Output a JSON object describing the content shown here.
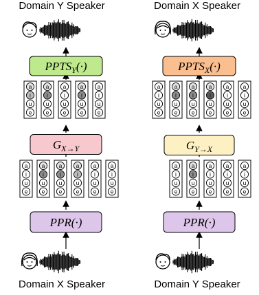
{
  "left_pipeline": {
    "top_label": "Domain Y Speaker",
    "bottom_label": "Domain X Speaker",
    "synth_label": "PPTS_Y(·)",
    "converter_label": "G_{X→Y}",
    "recognizer_label": "PPR(·)",
    "colors": {
      "synth": "#bfe98d",
      "converter": "#f7c8cd",
      "recognizer": "#ddc6ea"
    }
  },
  "right_pipeline": {
    "top_label": "Domain X Speaker",
    "bottom_label": "Domain Y Speaker",
    "synth_label": "PPTS_X(·)",
    "converter_label": "G_{Y→X}",
    "recognizer_label": "PPR(·)",
    "colors": {
      "synth": "#fbbf8f",
      "converter": "#fdf1c4",
      "recognizer": "#ddc6ea"
    }
  },
  "phoneme_symbols": [
    "a",
    "i",
    "u",
    "e"
  ],
  "posteriorgrams": {
    "left_upper": [
      2,
      1,
      0,
      1,
      0
    ],
    "left_lower": [
      0,
      1,
      1,
      2,
      0,
      0
    ],
    "right_upper": [
      0,
      1,
      1,
      3,
      0,
      0
    ],
    "right_lower": [
      0,
      1,
      0,
      0,
      0
    ]
  },
  "icons": {
    "top_left": "speaker-face-male-icon",
    "top_right": "speaker-face-female-icon",
    "bottom_left": "speaker-face-female-icon",
    "bottom_right": "speaker-face-male-icon",
    "waveform": "audio-waveform-icon"
  }
}
